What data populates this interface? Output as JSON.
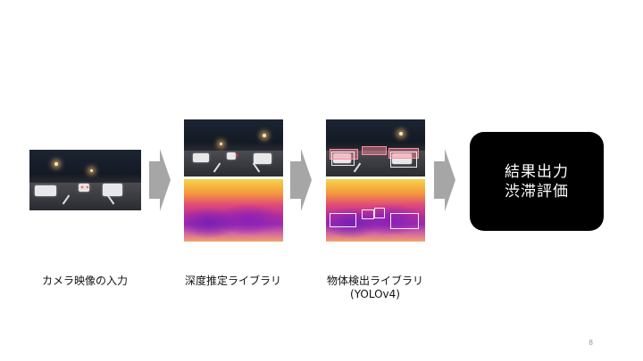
{
  "steps": [
    {
      "caption": "カメラ映像の入力"
    },
    {
      "caption": "深度推定ライブラリ"
    },
    {
      "caption_line1": "物体検出ライブラリ",
      "caption_line2": "(YOLOv4)"
    }
  ],
  "result": {
    "line1": "結果出力",
    "line2": "渋滞評価"
  },
  "page_number": "8",
  "colors": {
    "arrow": "#a6a6a6",
    "result_box": "#000000"
  }
}
